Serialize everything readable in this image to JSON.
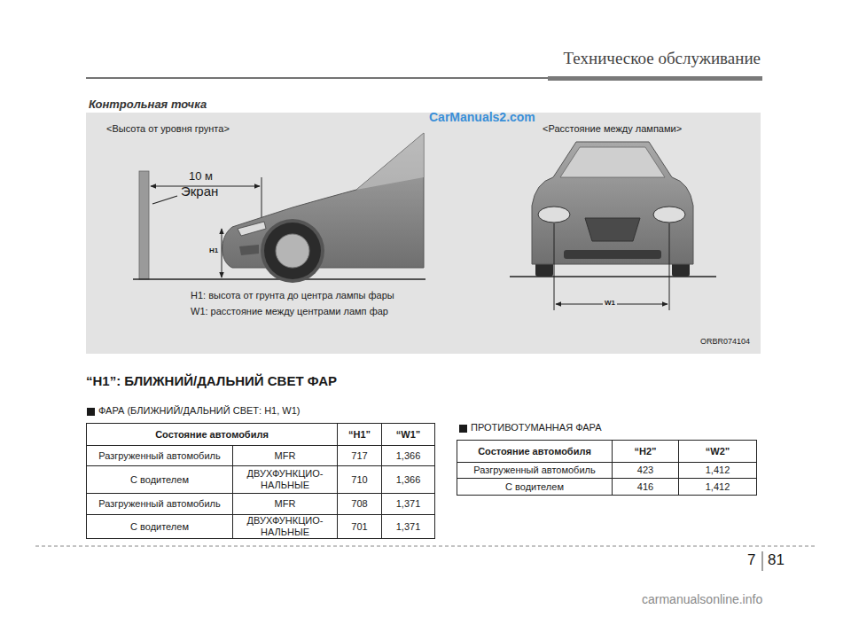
{
  "diagram": {
    "title": "Техническое обслуживание",
    "labels": [
      "Контрольная точка",
      "CarManuals2.com",
      "<Высота от уровня грунта>",
      "<Расстояние между лампами>",
      "10 м",
      "Экран",
      "H1",
      "W1",
      "H1: высота от грунта до центра лампы фары",
      "W1: расстояние между центрами ламп фар",
      "ORBR074104",
      "“H1”: БЛИЖНИЙ/ДАЛЬНИЙ СВЕТ ФАР",
      "ФАРА (БЛИЖНИЙ/ДАЛЬНИЙ СВЕТ: H1, W1)",
      "Состояние автомобиля",
      "“H1”",
      "“W1”",
      "Разгруженный автомобиль",
      "MFR",
      "717",
      "1,366",
      "С водителем",
      "ДВУХФУНКЦИО- НАЛЬНЫЕ",
      "710",
      "1,366",
      "Разгруженный автомобиль",
      "MFR",
      "708",
      "1,371",
      "С водителем",
      "ДВУХФУНКЦИО- НАЛЬНЫЕ",
      "701",
      "1,371",
      "ПРОТИВОТУМАННАЯ ФАРА",
      "Состояние автомобиля",
      "“H2”",
      "“W2”",
      "Разгруженный автомобиль",
      "423",
      "1,412",
      "С водителем",
      "416",
      "1,412",
      "7",
      "81",
      "carmanualsonline.info"
    ]
  }
}
